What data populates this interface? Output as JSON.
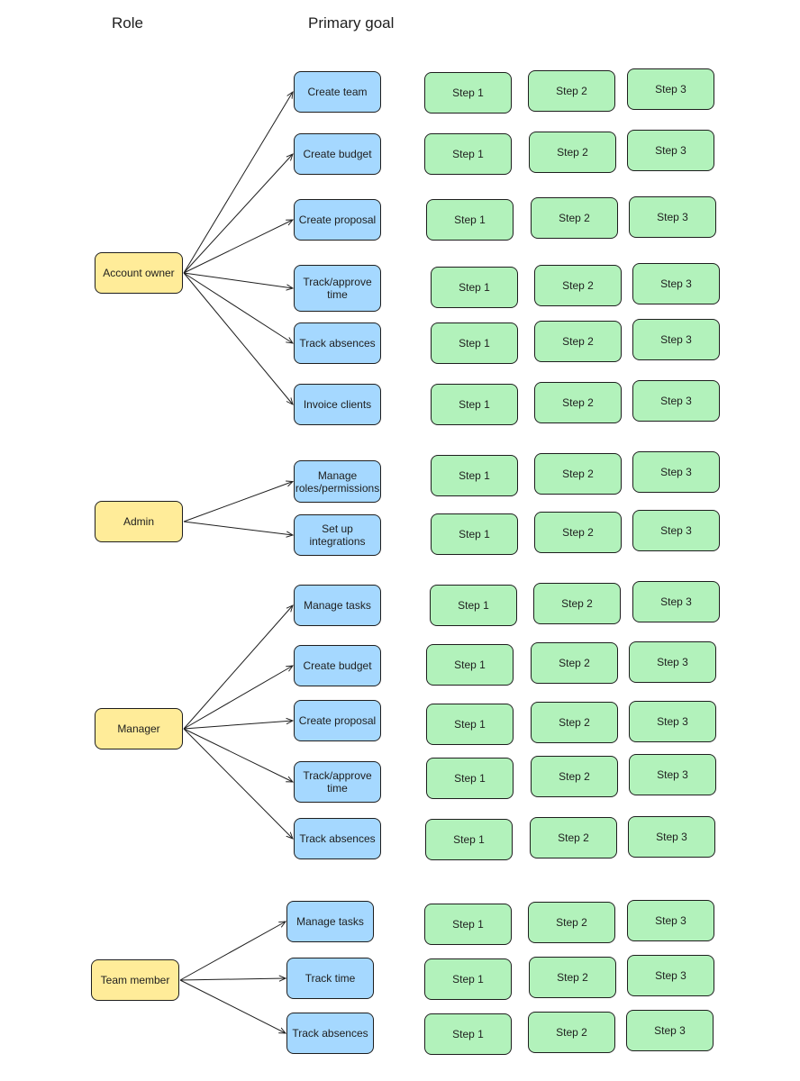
{
  "headers": {
    "role": "Role",
    "goal": "Primary goal"
  },
  "colors": {
    "role": "#ffec99",
    "goal": "#a5d8ff",
    "step": "#b2f2bb",
    "stroke": "#1e1e1e"
  },
  "steps": [
    "Step 1",
    "Step 2",
    "Step 3"
  ],
  "groups": [
    {
      "role": "Account owner",
      "goals": [
        "Create team",
        "Create budget",
        "Create proposal",
        "Track/approve time",
        "Track absences",
        "Invoice clients"
      ]
    },
    {
      "role": "Admin",
      "goals": [
        "Manage roles/permissions",
        "Set up integrations"
      ]
    },
    {
      "role": "Manager",
      "goals": [
        "Manage tasks",
        "Create budget",
        "Create proposal",
        "Track/approve time",
        "Track absences"
      ]
    },
    {
      "role": "Team member",
      "goals": [
        "Manage tasks",
        "Track time",
        "Track absences"
      ]
    }
  ]
}
